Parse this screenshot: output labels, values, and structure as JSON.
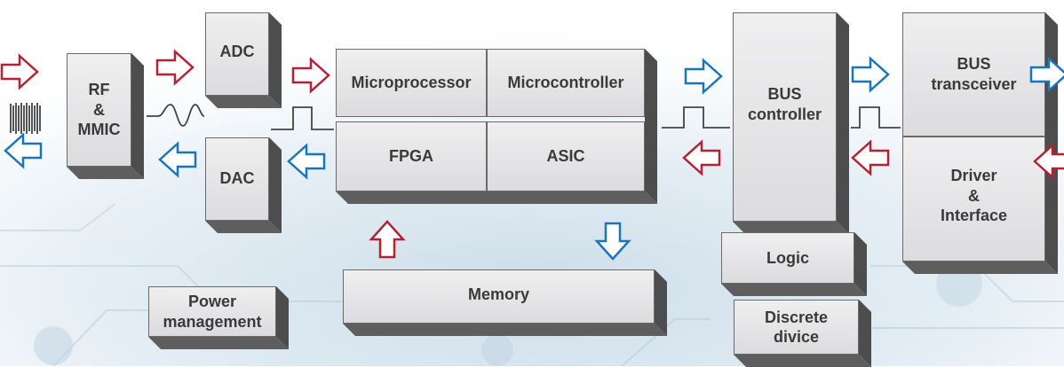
{
  "blocks": {
    "rf": "RF\n&\nMMIC",
    "adc": "ADC",
    "dac": "DAC",
    "microprocessor": "Microprocessor",
    "microcontroller": "Microcontroller",
    "fpga": "FPGA",
    "asic": "ASIC",
    "bus_controller": "BUS\ncontroller",
    "bus_transceiver": "BUS\ntransceiver",
    "driver_interface": "Driver\n&\nInterface",
    "logic": "Logic",
    "discrete": "Discrete\ndivice",
    "memory": "Memory",
    "power": "Power\nmanagement"
  },
  "colors": {
    "red_arrow": "#b22234",
    "blue_arrow": "#1b75bc",
    "block_face": "#e4e4e6",
    "block_shadow": "#4d4d4d",
    "background_tint": "#d4e4ee"
  },
  "icons": {
    "signal_burst": "rf-signal-burst-icon",
    "sine_wave": "analog-sine-wave-icon",
    "pulse": "digital-pulse-icon"
  }
}
